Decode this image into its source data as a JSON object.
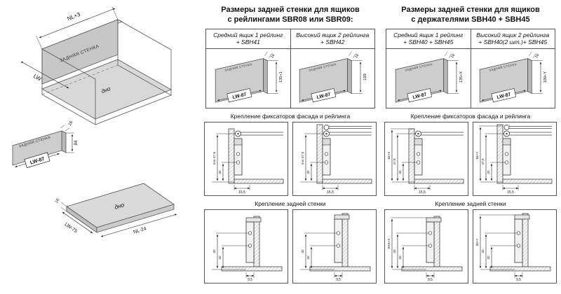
{
  "left": {
    "dim_nl": "NL+3",
    "dim_lw": "LW",
    "iso_back_label": "задняя стенка",
    "iso_bottom_label": "дно",
    "back_detail": {
      "label": "задняя стенка",
      "thickness": "16",
      "width": "LW-87",
      "height": "84"
    },
    "bottom_detail": {
      "label": "дно",
      "thickness": "16",
      "width": "LW-75",
      "depth": "NL-24"
    }
  },
  "sbr": {
    "title1": "Размеры задней стенки для ящиков",
    "title2": "с рейлингами SBR08 или SBR09:",
    "col1_header1": "Средний ящик 1 рейлинг",
    "col1_header2": "+ SBH41",
    "col2_header1": "Высокий ящик 2 рейлинга",
    "col2_header2": "+ SBH42",
    "panel1": {
      "label": "задняя стенка",
      "thickness": "16",
      "width": "LW-87",
      "height": "135+1"
    },
    "panel2": {
      "label": "задняя стенка",
      "thickness": "16",
      "width": "LW-87",
      "height": "199"
    },
    "fix_title": "Крепление фиксаторов фасада и рейлинга",
    "fix1": {
      "v1": "min 47,5",
      "v2": "32",
      "h": "15,5"
    },
    "fix2": {
      "v1": "min 47,5",
      "v2": "32",
      "h": "15,5"
    },
    "back_title": "Крепление задней стенки",
    "back1": {
      "v1": "32",
      "v2": "32",
      "h": "9,5"
    },
    "back2": {
      "v1": "32",
      "v2": "32",
      "h": "9,5"
    }
  },
  "sbh": {
    "title1": "Размеры задней стенки для ящиков",
    "title2": "с держателями SBH40 + SBH45",
    "col1_header1": "Средний ящик 1 рейлинг",
    "col1_header2": "+ SBH40 + SBH45",
    "col2_header1": "Высокий ящик 2 рейлинга",
    "col2_header2": "+ SBH40(2 шт.)+ SBH45",
    "panel1": {
      "label": "задняя стенка",
      "thickness": "16",
      "width": "LW-87",
      "height": "135+X"
    },
    "panel2": {
      "label": "задняя стенка",
      "thickness": "16",
      "width": "LW-87",
      "height": "199+Y"
    },
    "fix_title": "Крепление фиксаторов фасада и рейлинга",
    "fix1": {
      "v0": "64+X",
      "v1": "47,5",
      "v2": "32",
      "h": "15,5"
    },
    "fix2": {
      "v0": "84+Y",
      "v1": "47,5",
      "v2": "32",
      "h": "15,5"
    },
    "back_title": "Крепление задней стенки",
    "back1": {
      "v0": "59,5+X",
      "v1": "32",
      "v2": "32",
      "h": "9,5"
    },
    "back2": {
      "v0": "84+Y",
      "v1": "32",
      "v2": "32",
      "h": "9,5"
    }
  }
}
